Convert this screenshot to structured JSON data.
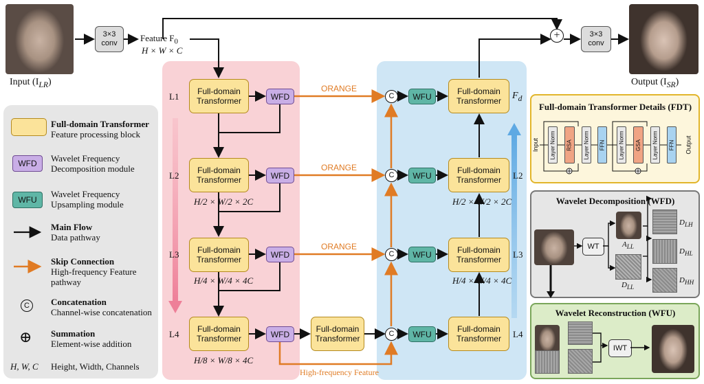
{
  "io": {
    "input_label": "Input (I",
    "input_sub": "LR",
    "output_label": "Output (I",
    "output_sub": "SR",
    "conv_label": "3×3\nconv",
    "feature_label": "Feature F",
    "feature_sub": "0",
    "feature_dims": "H × W × C"
  },
  "levels": [
    "L1",
    "L2",
    "L3",
    "L4"
  ],
  "blocks": {
    "fdt_label": "Full-domain\nTransformer",
    "wfd_label": "WFD",
    "wfu_label": "WFU",
    "concat_symbol": "C",
    "fd_label": "F",
    "fd_sub": "d"
  },
  "dims": {
    "l2": "H/2 × W/2 × 2C",
    "l3": "H/4 × W/4 × 4C",
    "l4": "H/8 × W/8 × 4C"
  },
  "skip_labels": [
    "ORANGE",
    "ORANGE",
    "ORANGE"
  ],
  "high_freq_label": "High-frequency Feature",
  "legend": {
    "items": [
      {
        "name": "Full-domain Transformer",
        "desc": "Feature processing block"
      },
      {
        "name": "Wavelet Frequency",
        "desc": "Decomposition module",
        "tag": "WFD"
      },
      {
        "name": "Wavelet Frequency",
        "desc": "Upsampling module",
        "tag": "WFU"
      },
      {
        "name": "Main Flow",
        "desc": "Data pathway"
      },
      {
        "name": "Skip Connection",
        "desc": "High-frequency Feature\npathway"
      },
      {
        "name": "Concatenation",
        "desc": "Channel-wise concatenation",
        "symbol": "C"
      },
      {
        "name": "Summation",
        "desc": "Element-wise addition",
        "symbol": "⊕"
      },
      {
        "name": "H, W, C",
        "desc": "Height, Width, Channels"
      }
    ]
  },
  "fdt_panel": {
    "title": "Full-domain Transformer Details (FDT)",
    "input": "Input",
    "output": "Output",
    "layer_norm": "Layer Norm",
    "rsa": "RSA",
    "gsa": "GSA",
    "ffn": "FFN"
  },
  "wfd_panel": {
    "title": "Wavelet Decomposition (WFD)",
    "wt": "WT",
    "a_ll": "A",
    "a_ll_sub": "LL",
    "d_ll": "D",
    "d_ll_sub": "LL",
    "d_lh": "D",
    "d_lh_sub": "LH",
    "d_hl": "D",
    "d_hl_sub": "HL",
    "d_hh": "D",
    "d_hh_sub": "HH"
  },
  "wfu_panel": {
    "title": "Wavelet Reconstruction (WFU)",
    "iwt": "IWT"
  },
  "colors": {
    "encoder_bg": "#f9d2d6",
    "decoder_bg": "#cfe6f5",
    "fdt": "#fbe39a",
    "wfd": "#c9aee6",
    "wfu": "#5fb6a6",
    "skip": "#e07b24",
    "legend_bg": "#e6e6e6"
  }
}
